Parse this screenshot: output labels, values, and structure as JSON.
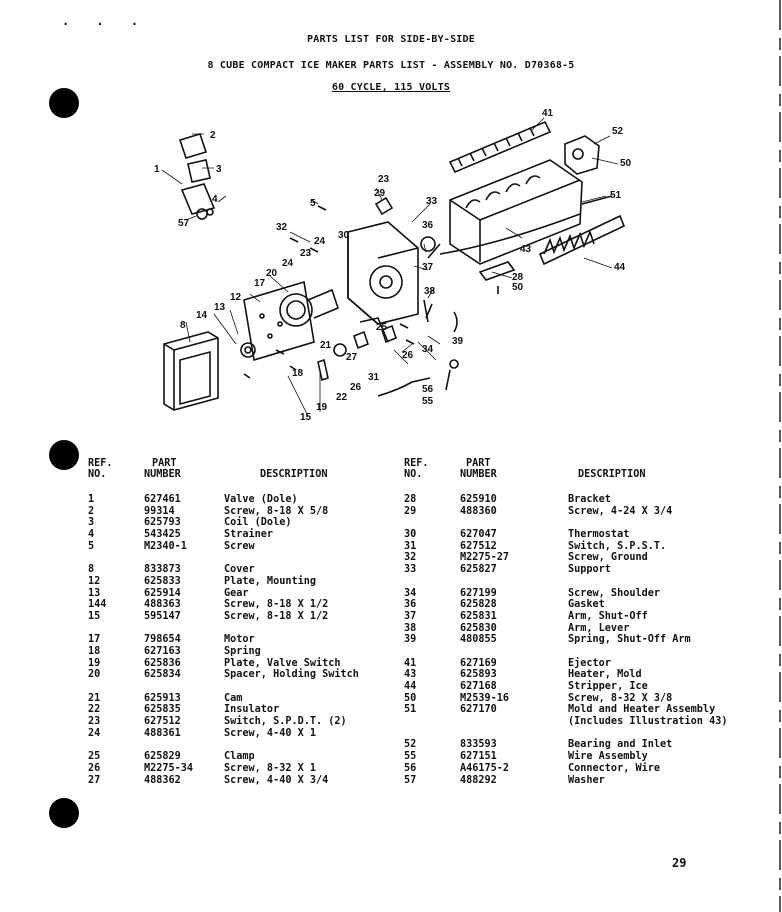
{
  "header": {
    "line1": "PARTS LIST FOR SIDE-BY-SIDE",
    "line2": "8 CUBE COMPACT ICE MAKER PARTS LIST - ASSEMBLY NO.  D70368-5",
    "line3": "60 CYCLE, 115 VOLTS"
  },
  "diagram": {
    "callouts": [
      "1",
      "2",
      "3",
      "57",
      "4",
      "5",
      "23",
      "29",
      "33",
      "41",
      "52",
      "50",
      "51",
      "36",
      "43",
      "44",
      "37",
      "28",
      "50",
      "38",
      "32",
      "24",
      "30",
      "23",
      "24",
      "17",
      "20",
      "12",
      "13",
      "14",
      "8",
      "21",
      "25",
      "27",
      "26",
      "34",
      "39",
      "18",
      "19",
      "22",
      "31",
      "26",
      "56",
      "55",
      "15"
    ]
  },
  "table_headers": {
    "ref": [
      "REF.",
      "NO."
    ],
    "part": [
      "PART",
      "NUMBER"
    ],
    "description": "DESCRIPTION"
  },
  "parts_left": [
    {
      "ref": "1",
      "part": "627461",
      "desc": "Valve (Dole)"
    },
    {
      "ref": "2",
      "part": "99314",
      "desc": "Screw, 8-18 X 5/8"
    },
    {
      "ref": "3",
      "part": "625793",
      "desc": "Coil (Dole)"
    },
    {
      "ref": "4",
      "part": "543425",
      "desc": "Strainer"
    },
    {
      "ref": "5",
      "part": "M2340-1",
      "desc": "Screw"
    },
    {
      "gap": true
    },
    {
      "ref": "8",
      "part": "833873",
      "desc": "Cover"
    },
    {
      "ref": "12",
      "part": "625833",
      "desc": "Plate, Mounting"
    },
    {
      "ref": "13",
      "part": "625914",
      "desc": "Gear"
    },
    {
      "ref": "144",
      "part": "488363",
      "desc": "Screw, 8-18 X 1/2"
    },
    {
      "ref": "15",
      "part": "595147",
      "desc": "Screw, 8-18 X 1/2"
    },
    {
      "gap": true
    },
    {
      "ref": "17",
      "part": "798654",
      "desc": "Motor"
    },
    {
      "ref": "18",
      "part": "627163",
      "desc": "Spring"
    },
    {
      "ref": "19",
      "part": "625836",
      "desc": "Plate, Valve Switch"
    },
    {
      "ref": "20",
      "part": "625834",
      "desc": "Spacer, Holding Switch"
    },
    {
      "gap": true
    },
    {
      "ref": "21",
      "part": "625913",
      "desc": "Cam"
    },
    {
      "ref": "22",
      "part": "625835",
      "desc": "Insulator"
    },
    {
      "ref": "23",
      "part": "627512",
      "desc": "Switch, S.P.D.T. (2)"
    },
    {
      "ref": "24",
      "part": "488361",
      "desc": "Screw, 4-40 X 1"
    },
    {
      "gap": true
    },
    {
      "ref": "25",
      "part": "625829",
      "desc": "Clamp"
    },
    {
      "ref": "26",
      "part": "M2275-34",
      "desc": "Screw, 8-32 X 1"
    },
    {
      "ref": "27",
      "part": "488362",
      "desc": "Screw, 4-40 X 3/4"
    }
  ],
  "parts_right": [
    {
      "ref": "28",
      "part": "625910",
      "desc": "Bracket"
    },
    {
      "ref": "29",
      "part": "488360",
      "desc": "Screw, 4-24 X 3/4"
    },
    {
      "gap": true
    },
    {
      "ref": "30",
      "part": "627047",
      "desc": "Thermostat"
    },
    {
      "ref": "31",
      "part": "627512",
      "desc": "Switch, S.P.S.T."
    },
    {
      "ref": "32",
      "part": "M2275-27",
      "desc": "Screw, Ground"
    },
    {
      "ref": "33",
      "part": "625827",
      "desc": "Support"
    },
    {
      "gap": true
    },
    {
      "ref": "34",
      "part": "627199",
      "desc": "Screw, Shoulder"
    },
    {
      "ref": "36",
      "part": "625828",
      "desc": "Gasket"
    },
    {
      "ref": "37",
      "part": "625831",
      "desc": "Arm, Shut-Off"
    },
    {
      "ref": "38",
      "part": "625830",
      "desc": "Arm, Lever"
    },
    {
      "ref": "39",
      "part": "480855",
      "desc": "Spring, Shut-Off Arm"
    },
    {
      "gap": true
    },
    {
      "ref": "41",
      "part": "627169",
      "desc": "Ejector"
    },
    {
      "ref": "43",
      "part": "625893",
      "desc": "Heater, Mold"
    },
    {
      "ref": "44",
      "part": "627168",
      "desc": "Stripper, Ice"
    },
    {
      "ref": "50",
      "part": "M2539-16",
      "desc": "Screw, 8-32 X 3/8"
    },
    {
      "ref": "51",
      "part": "627170",
      "desc": "Mold and Heater Assembly"
    },
    {
      "ref": "",
      "part": "",
      "desc": "(Includes Illustration 43)"
    },
    {
      "gap": true
    },
    {
      "ref": "52",
      "part": "833593",
      "desc": "Bearing and Inlet"
    },
    {
      "ref": "55",
      "part": "627151",
      "desc": "Wire Assembly"
    },
    {
      "ref": "56",
      "part": "A46175-2",
      "desc": "Connector, Wire"
    },
    {
      "ref": "57",
      "part": "488292",
      "desc": "Washer"
    }
  ],
  "page_number": "29"
}
